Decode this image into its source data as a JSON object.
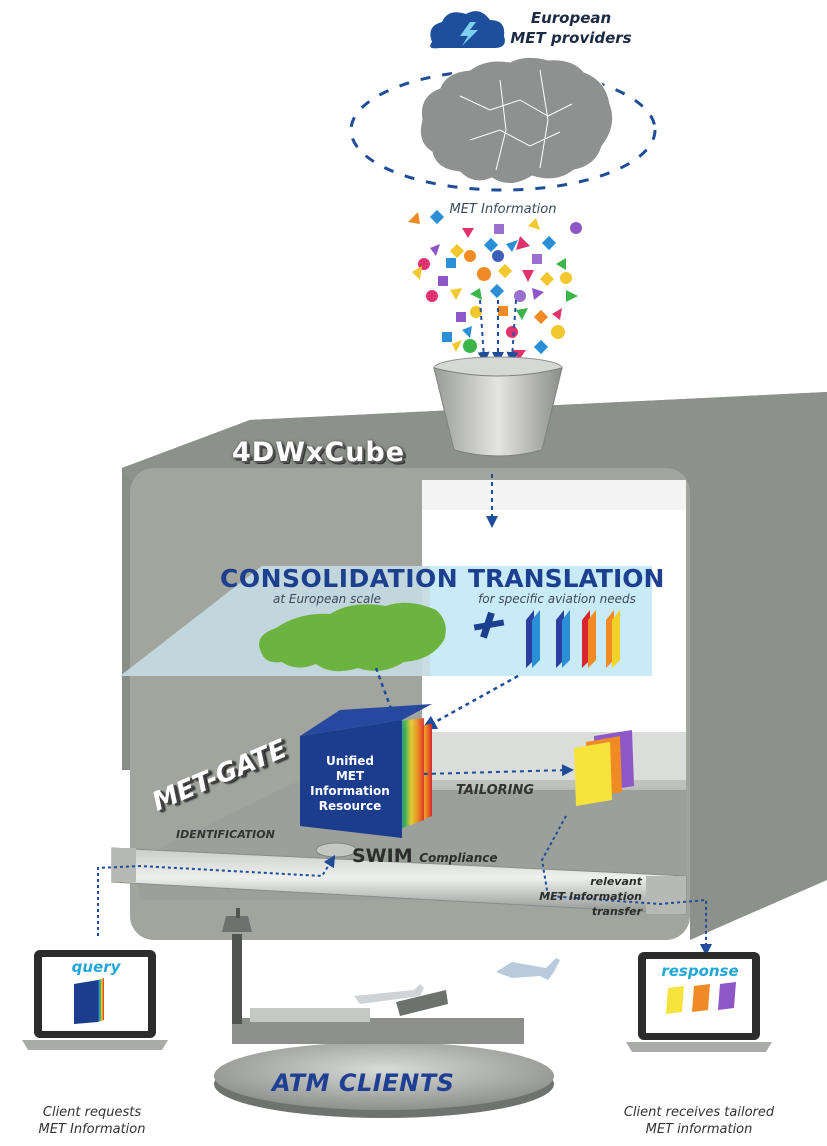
{
  "providers": {
    "line1": "European",
    "line2": "MET providers"
  },
  "met_information_label": "MET Information",
  "cube": {
    "title": "4DWxCube"
  },
  "consolidation": {
    "title": "CONSOLIDATION",
    "subtitle": "at European scale"
  },
  "translation": {
    "title": "TRANSLATION",
    "subtitle": "for specific aviation needs"
  },
  "plus_symbol": "+",
  "resource": {
    "line1": "Unified",
    "line2": "MET",
    "line3": "Information",
    "line4": "Resource"
  },
  "met_gate": "MET-GATE",
  "tailoring": "TAILORING",
  "identification": "IDENTIFICATION",
  "swim": {
    "title": "SWIM",
    "subtitle": "Compliance"
  },
  "transfer": {
    "line1": "relevant",
    "line2": "MET Information",
    "line3": "transfer"
  },
  "query_label": "query",
  "response_label": "response",
  "atm_clients": "ATM CLIENTS",
  "client_left": {
    "line1": "Client requests",
    "line2": "MET Information"
  },
  "client_right": {
    "line1": "Client receives tailored",
    "line2": "MET information"
  },
  "colors": {
    "cube_grey": "#9fa39c",
    "cube_dark": "#8a8e88",
    "dark_blue": "#1d3f8f",
    "arrow_blue": "#1f4d9a",
    "light_blue": "#bfe6f6",
    "europe_green": "#6db33f",
    "accent_cyan": "#22a7d6"
  },
  "icons": [
    "cloud-lightning-icon",
    "europe-map-icon",
    "funnel-icon",
    "airplane-icon",
    "control-tower-icon",
    "laptop-icon"
  ]
}
